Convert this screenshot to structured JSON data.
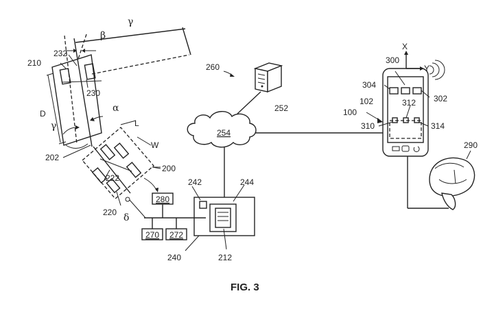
{
  "labels": {
    "beta": "β",
    "gamma_top": "γ",
    "gamma_left": "γ",
    "alpha": "α",
    "delta": "δ",
    "L": "L",
    "W": "W",
    "D": "D",
    "X": "X",
    "Y": "Y",
    "n210": "210",
    "n232": "232",
    "n230": "230",
    "n202": "202",
    "n222": "222",
    "n220": "220",
    "n200": "200",
    "n260": "260",
    "n252": "252",
    "n254": "254",
    "n242": "242",
    "n244": "244",
    "n240": "240",
    "n212": "212",
    "n280": "280",
    "n270": "270",
    "n272": "272",
    "n300": "300",
    "n304": "304",
    "n302": "302",
    "n102": "102",
    "n312": "312",
    "n100": "100",
    "n310": "310",
    "n314": "314",
    "n290": "290"
  },
  "caption": "FIG. 3"
}
